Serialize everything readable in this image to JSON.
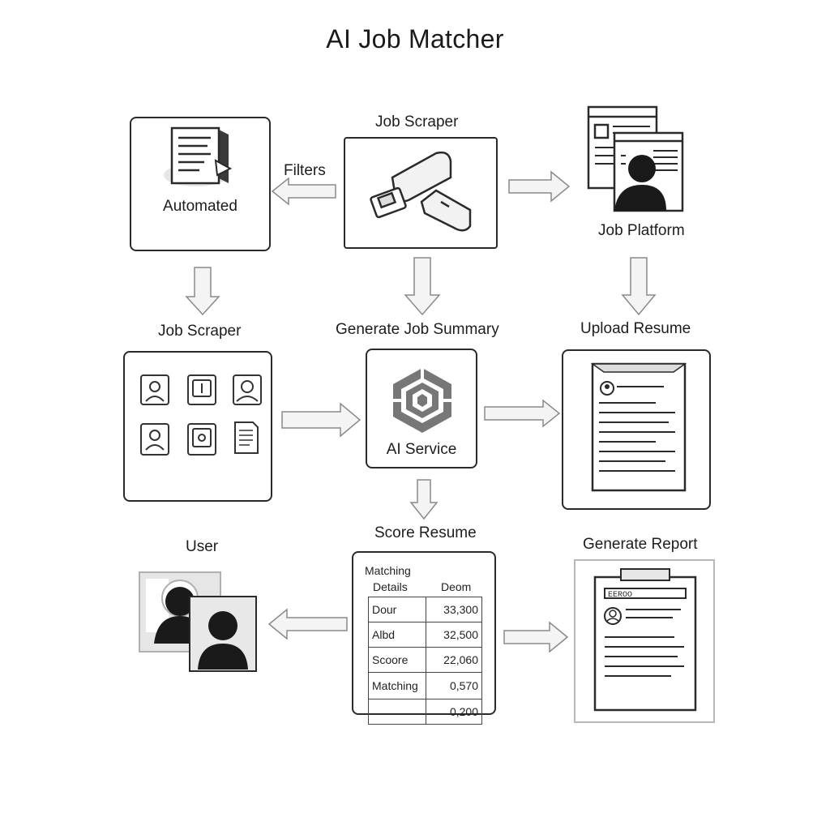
{
  "title": "AI Job Matcher",
  "nodes": {
    "automated": "Automated",
    "filters": "Filters",
    "job_scraper_top": "Job Scraper",
    "job_platform": "Job Platform",
    "job_scraper_mid": "Job Scraper",
    "generate_job_summary": "Generate Job Summary",
    "ai_service": "AI Service",
    "upload_resume": "Upload Resume",
    "user": "User",
    "score_resume": "Score Resume",
    "generate_report": "Generate Report"
  },
  "matching_table": {
    "header_left_line1": "Matching",
    "header_left_line2": "Details",
    "header_right": "Deom",
    "rows": [
      {
        "key": "Dour",
        "value": "33,300"
      },
      {
        "key": "Albd",
        "value": "32,500"
      },
      {
        "key": "Scoore",
        "value": "22,060"
      },
      {
        "key": "Matching",
        "value": "0,570"
      },
      {
        "key": "",
        "value": "0,200"
      }
    ]
  },
  "report_header_text": "EEROO",
  "icons": {
    "automated": "document-stack-icon",
    "job_scraper": "usb-connector-icon",
    "job_platform": "resume-browser-icon",
    "profiles_grid": "profile-cards-icon",
    "ai_service": "hexagon-chip-icon",
    "upload_resume": "resume-document-icon",
    "user": "user-avatars-icon",
    "generate_report": "clipboard-report-icon"
  }
}
